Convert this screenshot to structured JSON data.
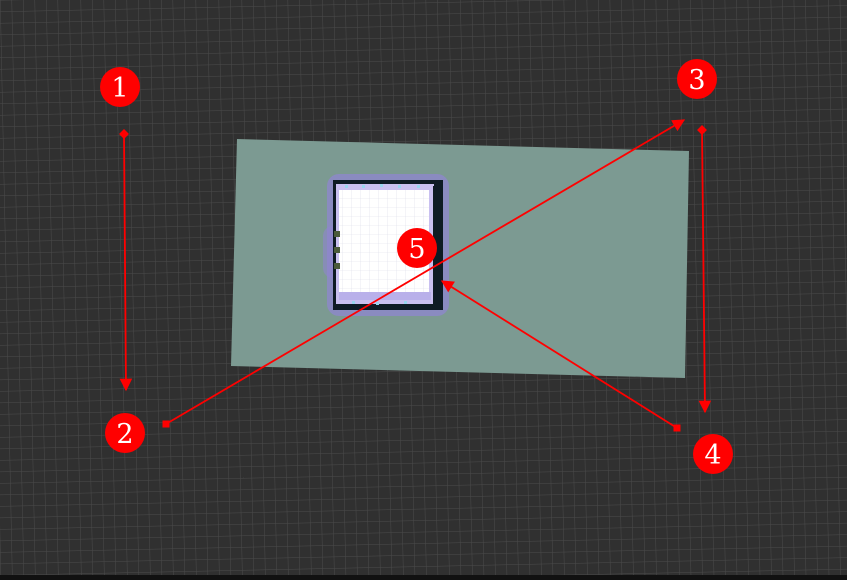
{
  "colors": {
    "background": "#303030",
    "grid_line": "#4a4a4a",
    "map_area": "#7c9a92",
    "room_floor": "#ffffff",
    "room_wall": "#0e1b24",
    "room_inflation": "#8f86cf",
    "annotation": "#ff0000",
    "marker_text": "#ffffff"
  },
  "markers": [
    {
      "id": "1",
      "label": "1"
    },
    {
      "id": "2",
      "label": "2"
    },
    {
      "id": "3",
      "label": "3"
    },
    {
      "id": "4",
      "label": "4"
    },
    {
      "id": "5",
      "label": "5"
    }
  ],
  "arrows": [
    {
      "from": "1",
      "to": "2",
      "direction": "down"
    },
    {
      "from": "2",
      "to": "3",
      "direction": "up-right"
    },
    {
      "from": "3",
      "to": "4",
      "direction": "down"
    },
    {
      "from": "4",
      "to": "5",
      "direction": "up-left"
    }
  ]
}
